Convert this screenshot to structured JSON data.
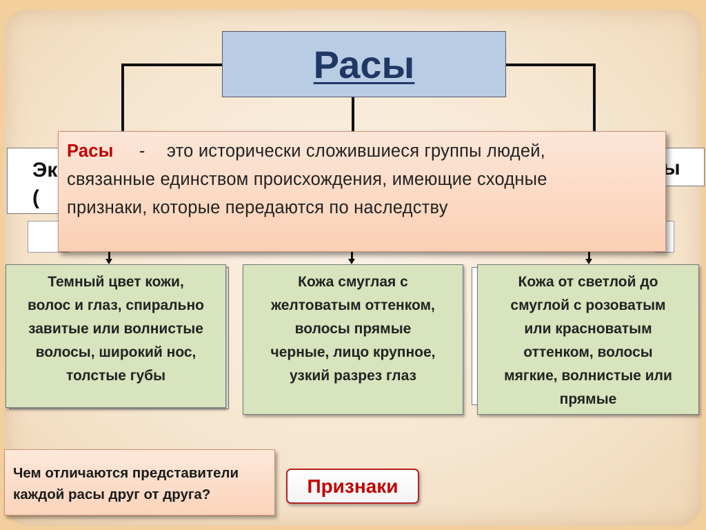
{
  "diagram": {
    "title": "Расы",
    "race_left_partial": [
      "Эк",
      "("
    ],
    "race_right_partial": "ы",
    "definition": {
      "term": "Расы",
      "dash": "-",
      "line1": "это исторически сложившиеся группы людей,",
      "line2": "связанные единством происхождения, имеющие сходные",
      "line3": "признаки, которые передаются по наследству"
    },
    "traits": [
      {
        "lines": [
          "Темный цвет кожи,",
          "волос и глаз, спирально",
          "завитые или волнистые",
          "волосы,  широкий нос,",
          "толстые губы"
        ]
      },
      {
        "lines": [
          "Кожа  смуглая с",
          "желтоватым оттенком,",
          "волосы прямые",
          "черные, лицо крупное,",
          "узкий разрез глаз"
        ]
      },
      {
        "lines": [
          "Кожа от светлой до",
          "смуглой с розоватым",
          "или красноватым",
          "оттенком, волосы",
          "мягкие, волнистые или",
          "прямые"
        ]
      }
    ],
    "question": [
      "Чем отличаются представители",
      "каждой расы друг от друга?"
    ],
    "button_label": "Признаки"
  },
  "colors": {
    "title_fill": "#b8cce4",
    "title_text": "#1f3864",
    "definition_fill": "#fbd0b5",
    "term_text": "#c00000",
    "trait_fill": "#d7e4bd",
    "button_border": "#b22222"
  }
}
